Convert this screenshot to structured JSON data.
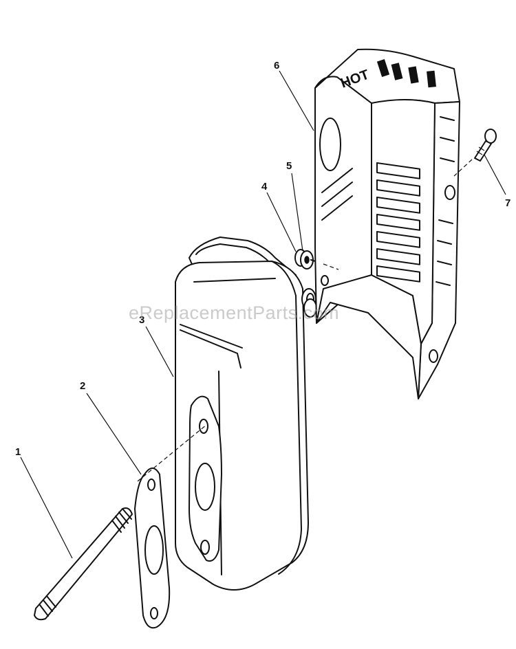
{
  "diagram": {
    "callouts": [
      {
        "id": "1",
        "label": "1"
      },
      {
        "id": "2",
        "label": "2"
      },
      {
        "id": "3",
        "label": "3"
      },
      {
        "id": "4",
        "label": "4"
      },
      {
        "id": "5",
        "label": "5"
      },
      {
        "id": "6",
        "label": "6"
      },
      {
        "id": "7",
        "label": "7"
      }
    ],
    "shield_stamp": "HOT",
    "watermark": "eReplacementParts.com"
  }
}
